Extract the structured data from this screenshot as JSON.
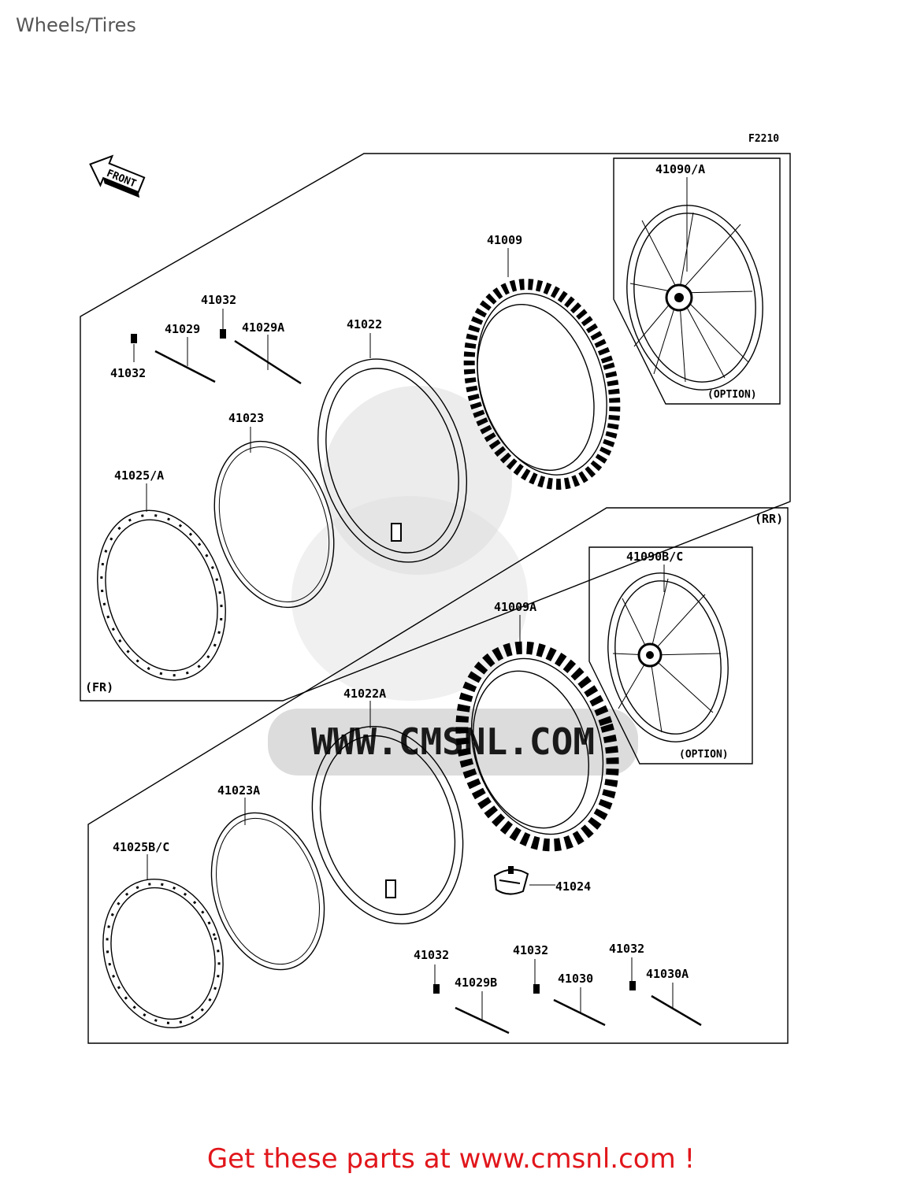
{
  "page": {
    "title": "Wheels/Tires"
  },
  "diagram": {
    "code": "F2210",
    "front_arrow": "FRONT",
    "section_front": "(FR)",
    "section_rear": "(RR)",
    "option_front": "(OPTION)",
    "option_rear": "(OPTION)",
    "watermark_url": "WWW.CMSNL.COM",
    "parts": {
      "p41090A": "41090/A",
      "p41009": "41009",
      "p41032_a": "41032",
      "p41029": "41029",
      "p41029A": "41029A",
      "p41032_b": "41032",
      "p41022": "41022",
      "p41023": "41023",
      "p41025A": "41025/A",
      "p41090BC": "41090B/C",
      "p41009A": "41009A",
      "p41022A": "41022A",
      "p41023A": "41023A",
      "p41025BC": "41025B/C",
      "p41024": "41024",
      "p41032_c": "41032",
      "p41032_d": "41032",
      "p41032_e": "41032",
      "p41029B": "41029B",
      "p41030": "41030",
      "p41030A": "41030A"
    }
  },
  "footer": {
    "promo": "Get these parts at www.cmsnl.com !"
  }
}
